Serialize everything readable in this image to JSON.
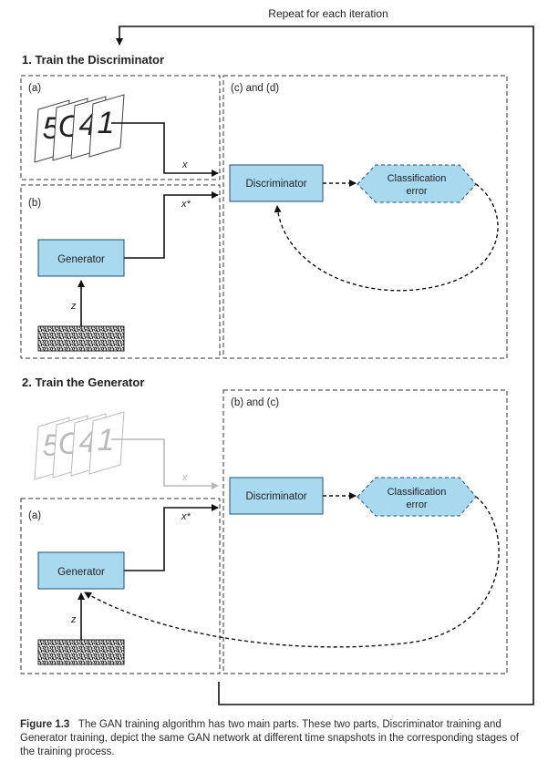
{
  "repeat_label": "Repeat for each iteration",
  "section1": {
    "title": "1. Train the Discriminator",
    "panel_a_label": "(a)",
    "panel_b_label": "(b)",
    "panel_cd_label": "(c) and (d)",
    "x_label": "x",
    "x_star_label": "x*",
    "z_label": "z",
    "generator_label": "Generator",
    "discriminator_label": "Discriminator",
    "classification_error_line1": "Classification",
    "classification_error_line2": "error",
    "digits": [
      "5",
      "C",
      "4",
      "1"
    ]
  },
  "section2": {
    "title": "2. Train the Generator",
    "panel_bc_label": "(b) and (c)",
    "panel_a_label": "(a)",
    "x_label": "x",
    "x_star_label": "x*",
    "z_label": "z",
    "generator_label": "Generator",
    "discriminator_label": "Discriminator",
    "classification_error_line1": "Classification",
    "classification_error_line2": "error",
    "digits": [
      "5",
      "C",
      "4",
      "1"
    ]
  },
  "caption": {
    "figure_number": "Figure 1.3",
    "text": "The GAN training algorithm has two main parts. These two parts, Discriminator training and Generator training, depict the same GAN network at different time snapshots in the corresponding stages of the training process."
  },
  "colors": {
    "box_fill": "#a9d9ef",
    "box_stroke": "#1f4e79",
    "faded": "#b8b8b8"
  }
}
